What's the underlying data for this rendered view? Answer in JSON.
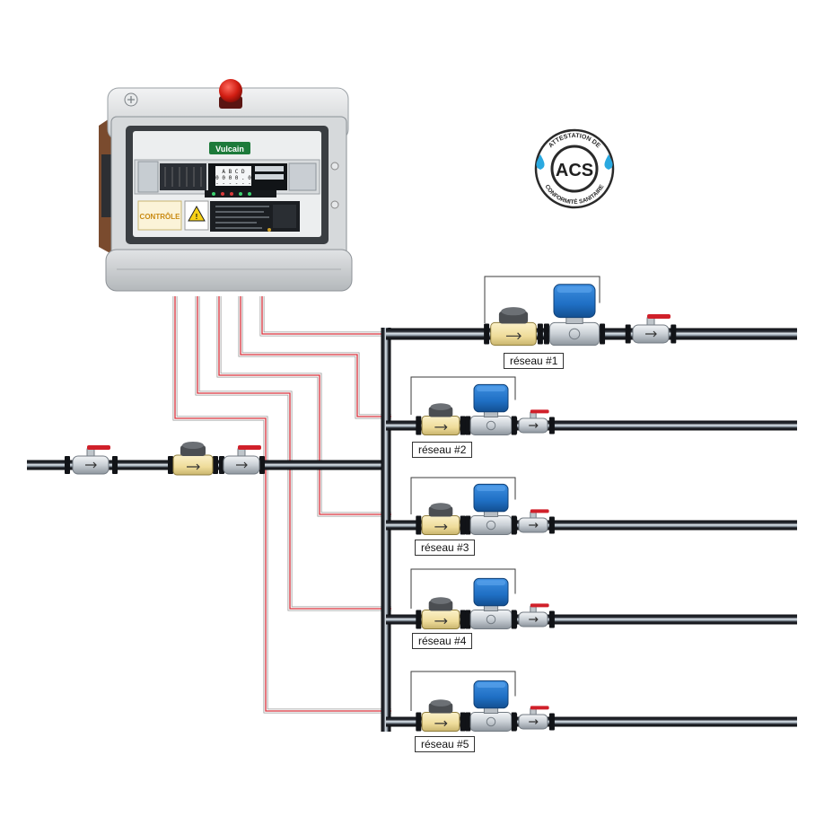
{
  "cabinet": {
    "brand": "Vulcain",
    "badge": "CONTRÔLE",
    "warning_symbol": "!",
    "display_rows": [
      "A B C D",
      "0 0 0 0 . 0",
      "- - - - - -"
    ]
  },
  "acs_badge": {
    "text": "ACS",
    "ring_top": "ATTESTATION DE",
    "ring_bottom": "CONFORMITÉ SANITAIRE"
  },
  "networks": [
    {
      "label": "réseau #1"
    },
    {
      "label": "réseau #2"
    },
    {
      "label": "réseau #3"
    },
    {
      "label": "réseau #4"
    },
    {
      "label": "réseau #5"
    }
  ],
  "colors": {
    "cable_red": "#d9303a",
    "pipe_dark": "#1b1d22",
    "pipe_light": "#c7d2dc",
    "meter_brass": "#f2e2a4",
    "actuator_blue": "#1f6fc4",
    "handle_red": "#d0202a",
    "acs_drop": "#2aa9e0"
  }
}
